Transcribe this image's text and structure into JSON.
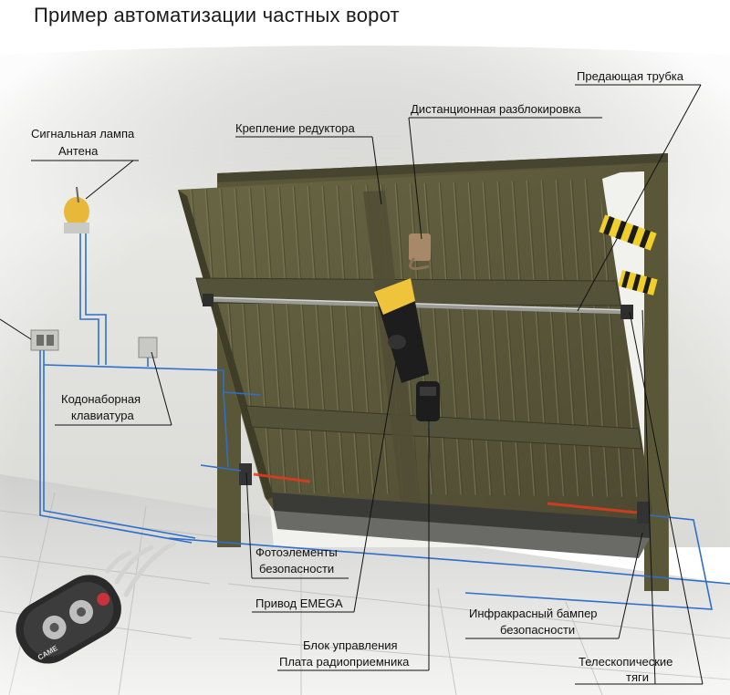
{
  "title": "Пример автоматизации частных ворот",
  "labels": {
    "transfer_tube": "Предающая трубка",
    "remote_unlock": "Дистанционная разблокировка",
    "gear_mount": "Крепление редуктора",
    "signal_lamp_1": "Сигнальная лампа",
    "signal_lamp_2": "Антена",
    "keypad_1": "Кодонаборная",
    "keypad_2": "клавиатура",
    "photocells_1": "Фотоэлементы",
    "photocells_2": "безопасности",
    "drive": "Привод EMEGA",
    "control_1": "Блок управления",
    "control_2": "Плата радиоприемника",
    "bumper_1": "Инфракрасный бампер",
    "bumper_2": "безопасности",
    "rods_1": "Телескопические",
    "rods_2": "тяги"
  },
  "remote_brand": "CAME",
  "colors": {
    "door": "#5d5a3c",
    "door_dark": "#3f3d28",
    "frame": "#5a5738",
    "wall": "#e3e3e0",
    "floor": "#d8d8d6",
    "wire": "#2f6fc9",
    "lamp": "#e8b83a",
    "drive_cap": "#f0c43a",
    "beam": "#e23a1e"
  }
}
